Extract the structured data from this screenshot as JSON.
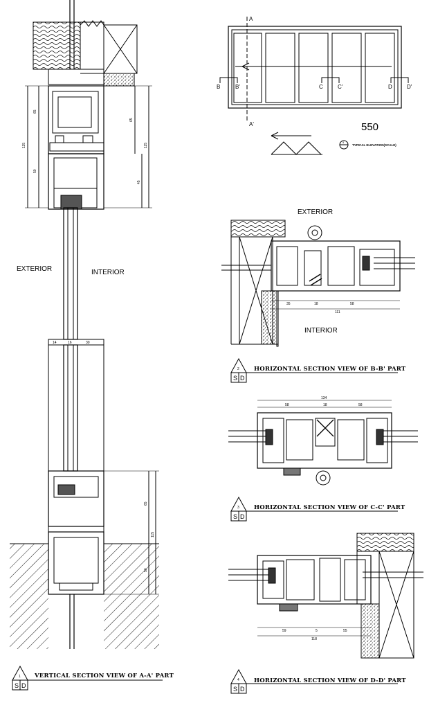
{
  "labels": {
    "exterior_left": "EXTERIOR",
    "interior_left": "INTERIOR",
    "exterior_bb": "EXTERIOR",
    "interior_bb": "INTERIOR",
    "elevation_width": "550"
  },
  "markers": {
    "a": "A",
    "a_prime": "A'",
    "b": "B",
    "b_prime": "B'",
    "c": "C",
    "c_prime": "C'",
    "d": "D",
    "d_prime": "D'"
  },
  "elevation": {
    "num": "5",
    "title": "TYPICAL ELEVATION(SCALE)"
  },
  "views": [
    {
      "num": "1",
      "s": "S",
      "d": "D",
      "title": "VERTICAL SECTION VIEW OF A-A' PART"
    },
    {
      "num": "2",
      "s": "S",
      "d": "D",
      "title": "HORIZONTAL SECTION VIEW OF B-B' PART"
    },
    {
      "num": "3",
      "s": "S",
      "d": "D",
      "title": "HORIZONTAL SECTION VIEW OF C-C' PART"
    },
    {
      "num": "4",
      "s": "S",
      "d": "D",
      "title": "HORIZONTAL SECTION VIEW OF D-D' PART"
    }
  ],
  "dims": {
    "v_65a": "65",
    "v_115a": "115",
    "v_50a": "50",
    "v_65b": "65",
    "v_115b": "115",
    "v_45": "45",
    "v_14": "14",
    "v_16": "16",
    "v_30": "30",
    "v_65c": "65",
    "v_115c": "115",
    "v_50c": "50",
    "bb_35": "35",
    "bb_18": "18",
    "bb_58": "58",
    "bb_111": "111",
    "cc_134": "134",
    "cc_58a": "58",
    "cc_18": "18",
    "cc_58b": "58",
    "dd_59": "59",
    "dd_5": "5",
    "dd_55": "55",
    "dd_118": "118"
  }
}
